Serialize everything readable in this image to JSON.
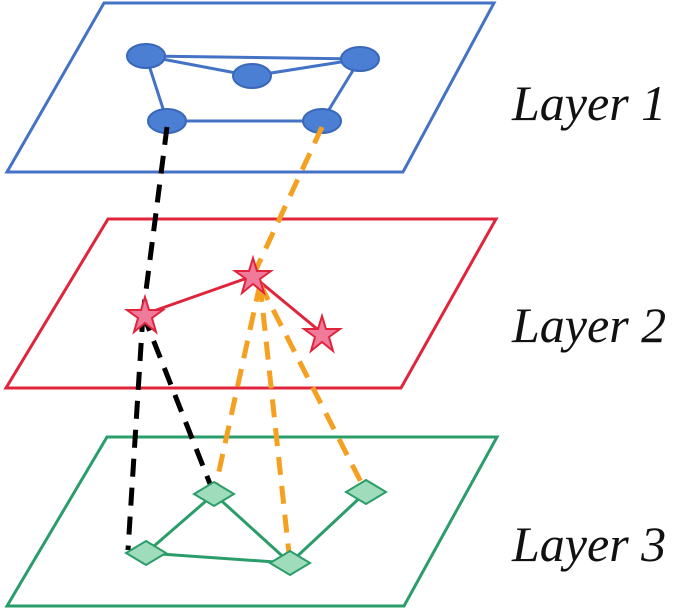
{
  "layers": [
    {
      "id": "layer-1",
      "label": "Layer 1",
      "color": "#4472c4",
      "node_fill": "#4a7fd4",
      "node_shape": "ellipse"
    },
    {
      "id": "layer-2",
      "label": "Layer 2",
      "color": "#e0243c",
      "node_fill": "#f07a9a",
      "node_shape": "star"
    },
    {
      "id": "layer-3",
      "label": "Layer 3",
      "color": "#2a9d6a",
      "node_fill": "#9fdcbc",
      "node_shape": "diamond"
    }
  ],
  "interlayer_links": [
    {
      "style": "dashed",
      "color": "#000000"
    },
    {
      "style": "dashed",
      "color": "#f5a020"
    }
  ]
}
